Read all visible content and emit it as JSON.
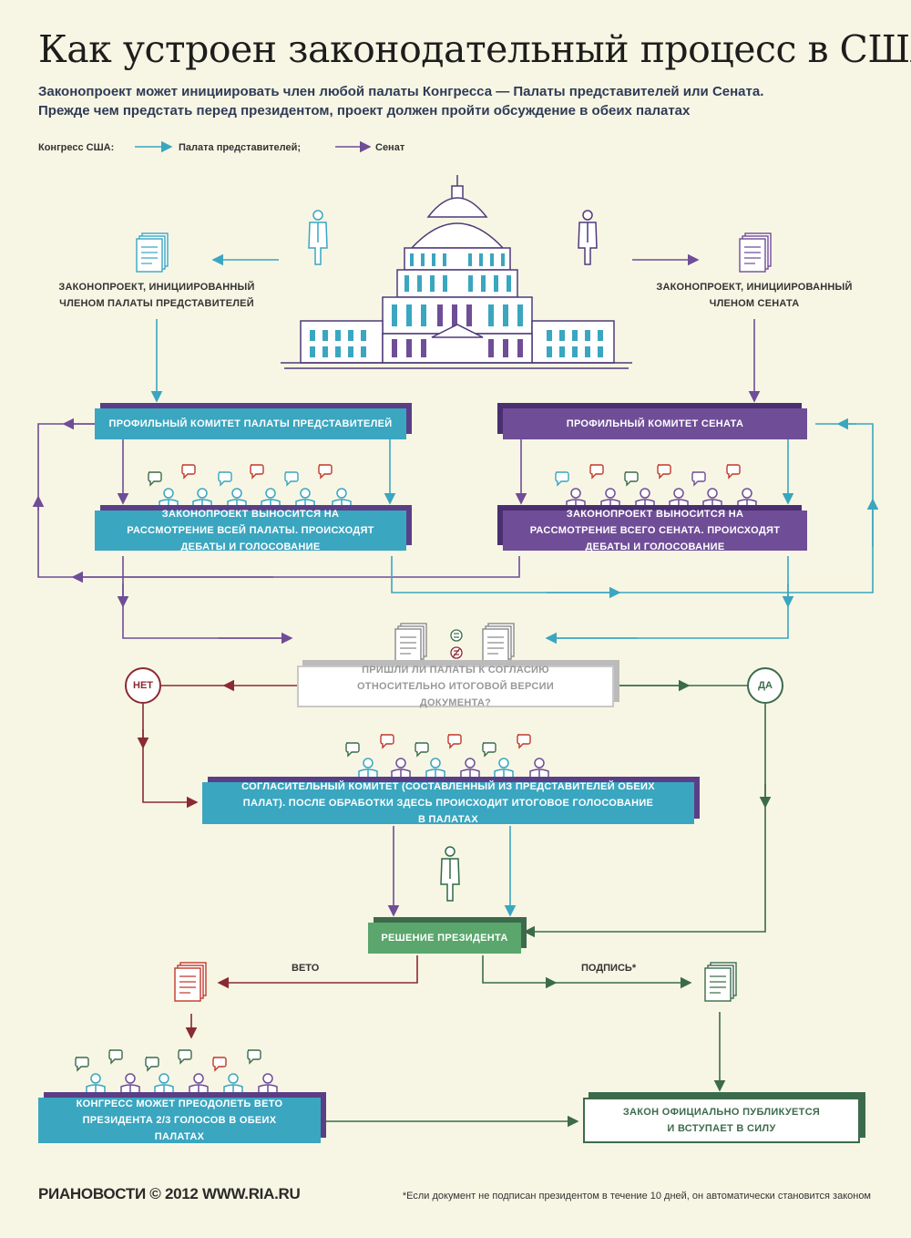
{
  "title": "Как устроен законодательный процесс в США",
  "subtitle": [
    "Законопроект может инициировать член любой палаты Конгресса — Палаты представителей или Сената.",
    "Прежде чем предстать перед президентом, проект должен пройти обсуждение в обеих палатах"
  ],
  "legend": {
    "congress": "Конгресс США:",
    "house": "Палата представителей;",
    "senate": "Сенат"
  },
  "colors": {
    "house": "#3aa6c0",
    "senate": "#6f4d97",
    "no": "#8b2a33",
    "yes": "#3c6b4b",
    "president": "#5aa66c"
  },
  "captions": {
    "house_bill": "ЗАКОНОПРОЕКТ, ИНИЦИИРОВАННЫЙ ЧЛЕНОМ ПАЛАТЫ ПРЕДСТАВИТЕЛЕЙ",
    "senate_bill": "ЗАКОНОПРОЕКТ, ИНИЦИИРОВАННЫЙ ЧЛЕНОМ СЕНАТА"
  },
  "boxes": {
    "house_committee": "ПРОФИЛЬНЫЙ КОМИТЕТ ПАЛАТЫ ПРЕДСТАВИТЕЛЕЙ",
    "senate_committee": "ПРОФИЛЬНЫЙ КОМИТЕТ СЕНАТА",
    "house_floor": "ЗАКОНОПРОЕКТ ВЫНОСИТСЯ НА РАССМОТРЕНИЕ ВСЕЙ ПАЛАТЫ. ПРОИСХОДЯТ ДЕБАТЫ И ГОЛОСОВАНИЕ",
    "senate_floor": "ЗАКОНОПРОЕКТ ВЫНОСИТСЯ НА РАССМОТРЕНИЕ ВСЕГО СЕНАТА. ПРОИСХОДЯТ ДЕБАТЫ И ГОЛОСОВАНИЕ",
    "agreement": "ПРИШЛИ ЛИ ПАЛАТЫ К СОГЛАСИЮ ОТНОСИТЕЛЬНО ИТОГОВОЙ ВЕРСИИ ДОКУМЕНТА?",
    "conference": "СОГЛАСИТЕЛЬНЫЙ КОМИТЕТ (СОСТАВЛЕННЫЙ ИЗ ПРЕДСТАВИТЕЛЕЙ ОБЕИХ ПАЛАТ). ПОСЛЕ ОБРАБОТКИ ЗДЕСЬ ПРОИСХОДИТ ИТОГОВОЕ ГОЛОСОВАНИЕ В ПАЛАТАХ",
    "president": "РЕШЕНИЕ ПРЕЗИДЕНТА",
    "override": "КОНГРЕСС МОЖЕТ ПРЕОДОЛЕТЬ ВЕТО ПРЕЗИДЕНТА 2/3 ГОЛОСОВ В ОБЕИХ ПАЛАТАХ",
    "law": "ЗАКОН ОФИЦИАЛЬНО ПУБЛИКУЕТСЯ И ВСТУПАЕТ В СИЛУ"
  },
  "decisions": {
    "no": "НЕТ",
    "yes": "ДА"
  },
  "labels": {
    "veto": "ВЕТО",
    "sign": "ПОДПИСЬ*"
  },
  "footer": {
    "logo": "РИАНОВОСТИ © 2012 WWW.RIA.RU",
    "note": "*Если документ не подписан президентом в течение 10 дней, он автоматически становится законом"
  }
}
